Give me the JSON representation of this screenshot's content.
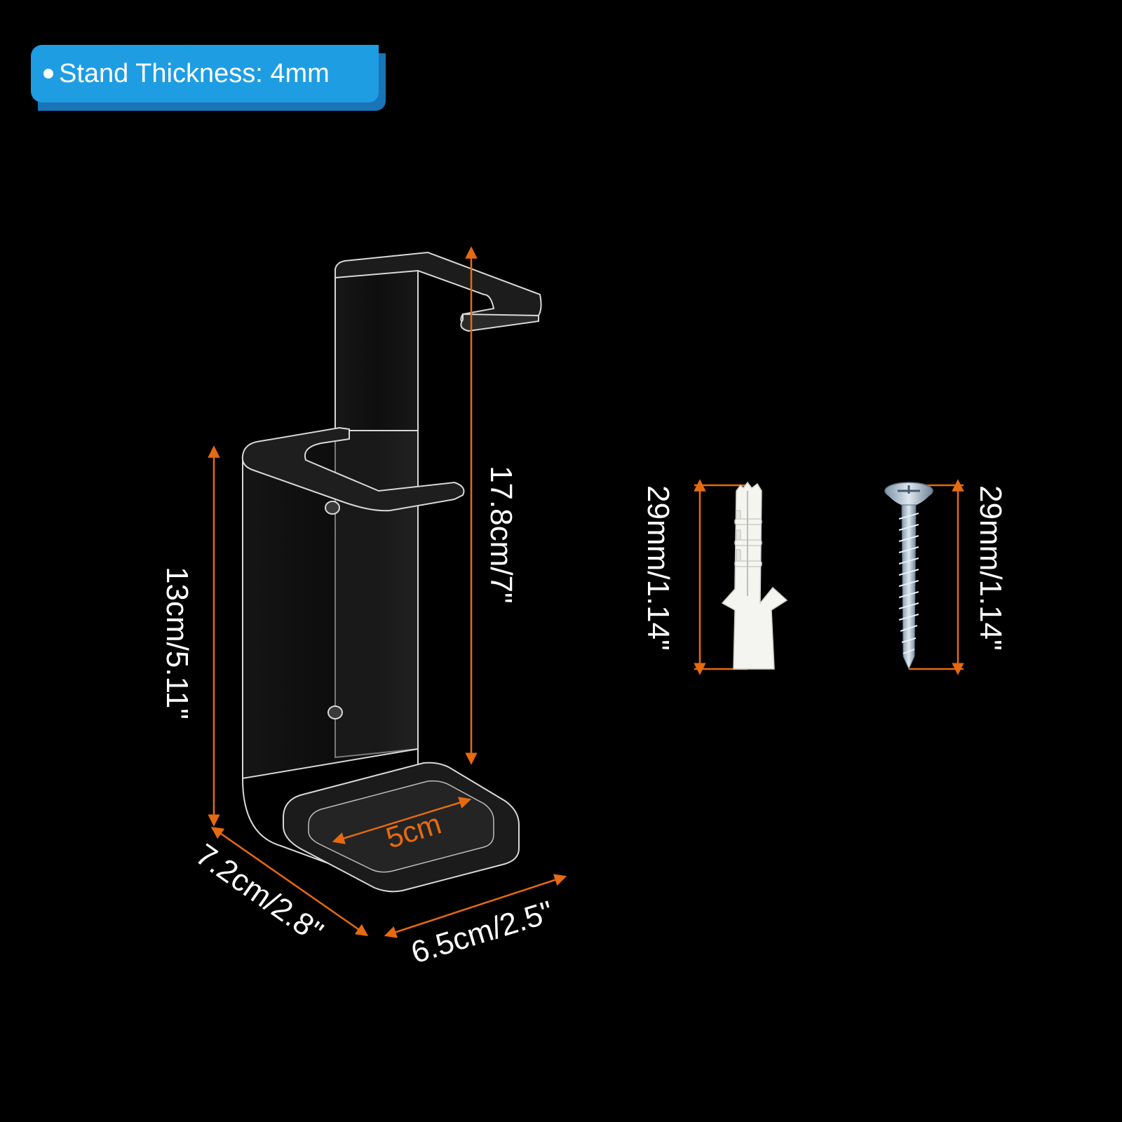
{
  "badge": {
    "label": "Stand Thickness: 4mm"
  },
  "dimensions": {
    "total_height": "17.8cm/7\"",
    "back_height": "13cm/5.11\"",
    "depth": "7.2cm/2.8\"",
    "width": "6.5cm/2.5\"",
    "inner_width": "5cm",
    "anchor_length": "29mm/1.14\"",
    "screw_length": "29mm/1.14\""
  },
  "colors": {
    "background": "#000000",
    "badge": "#1e9de3",
    "dimension_line": "#e66a10",
    "text": "#ffffff"
  }
}
